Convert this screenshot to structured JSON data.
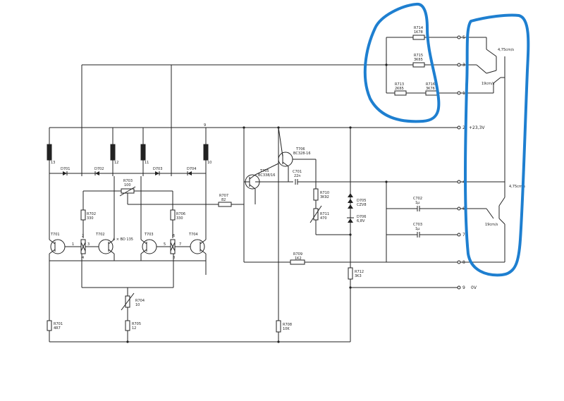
{
  "resistors": {
    "r714": {
      "ref": "R714",
      "val": "1K78"
    },
    "r715": {
      "ref": "R715",
      "val": "3K65"
    },
    "r713": {
      "ref": "R713",
      "val": "2K65"
    },
    "r716": {
      "ref": "R716",
      "val": "3K76"
    },
    "r703": {
      "ref": "R703",
      "val": "100"
    },
    "r702": {
      "ref": "R702",
      "val": "330"
    },
    "r706": {
      "ref": "R706",
      "val": "330"
    },
    "r707": {
      "ref": "R707",
      "val": "82"
    },
    "r710": {
      "ref": "R710",
      "val": "3K92"
    },
    "r711": {
      "ref": "R711",
      "val": "470"
    },
    "r709": {
      "ref": "R709",
      "val": "1K2"
    },
    "r712": {
      "ref": "R712",
      "val": "3K3"
    },
    "r704": {
      "ref": "R704",
      "val": "10"
    },
    "r705": {
      "ref": "R705",
      "val": "12"
    },
    "r701": {
      "ref": "R701",
      "val": "4R7"
    },
    "r708": {
      "ref": "R708",
      "val": "10K"
    }
  },
  "transistors": {
    "t701": "T701",
    "t702": "T702",
    "t703": "T703",
    "t704": "T704",
    "t705": {
      "ref": "T705",
      "type": "BC338/16"
    },
    "t706": {
      "ref": "T706",
      "type": "BC328-16"
    },
    "group_label": "4 × BD 135"
  },
  "diodes": {
    "d701": "D701",
    "d702": "D702",
    "d703": "D703",
    "d704": "D704",
    "d705": {
      "ref": "D705",
      "val": "CZV8"
    },
    "d706": {
      "ref": "D706",
      "val": "6,8V"
    }
  },
  "capacitors": {
    "c701": {
      "ref": "C701",
      "val": "22n"
    },
    "c702": {
      "ref": "C702",
      "val": "1µ"
    },
    "c703": {
      "ref": "C703",
      "val": "1µ"
    }
  },
  "coil_labels": [
    "13",
    "12",
    "11",
    "10"
  ],
  "top_node": "9",
  "pin_labels": [
    "1",
    "2",
    "3",
    "4",
    "5",
    "6",
    "7",
    "8"
  ],
  "terminals": {
    "t5": "5",
    "t3": "3",
    "t1": "1",
    "t2": "2",
    "t2_label": "+23,3V",
    "t4": "4",
    "t6": "6",
    "t7": "7",
    "t8": "8",
    "t9": "9",
    "t9_label": "0V"
  },
  "switch_labels": {
    "s1": "4,75cm/s",
    "s2": "19cm/s",
    "s3": "4,75cm/s",
    "s4": "19cm/s"
  },
  "colors": {
    "ink": "#222222",
    "highlight": "#1e7fd0",
    "paper": "#ffffff"
  }
}
